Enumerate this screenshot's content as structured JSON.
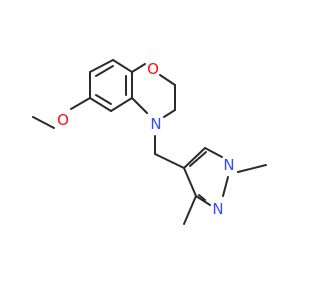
{
  "molecule": {
    "atoms": {
      "ring_oxygen": "O",
      "methoxy_oxygen": "O",
      "amine_nitrogen": "N",
      "pyrazole_n1": "N",
      "pyrazole_n2": "N"
    },
    "colors": {
      "bond": "#2b2b2b",
      "oxygen": "#ff0d0d",
      "nitrogen": "#3050f8",
      "background": "#ffffff"
    }
  }
}
